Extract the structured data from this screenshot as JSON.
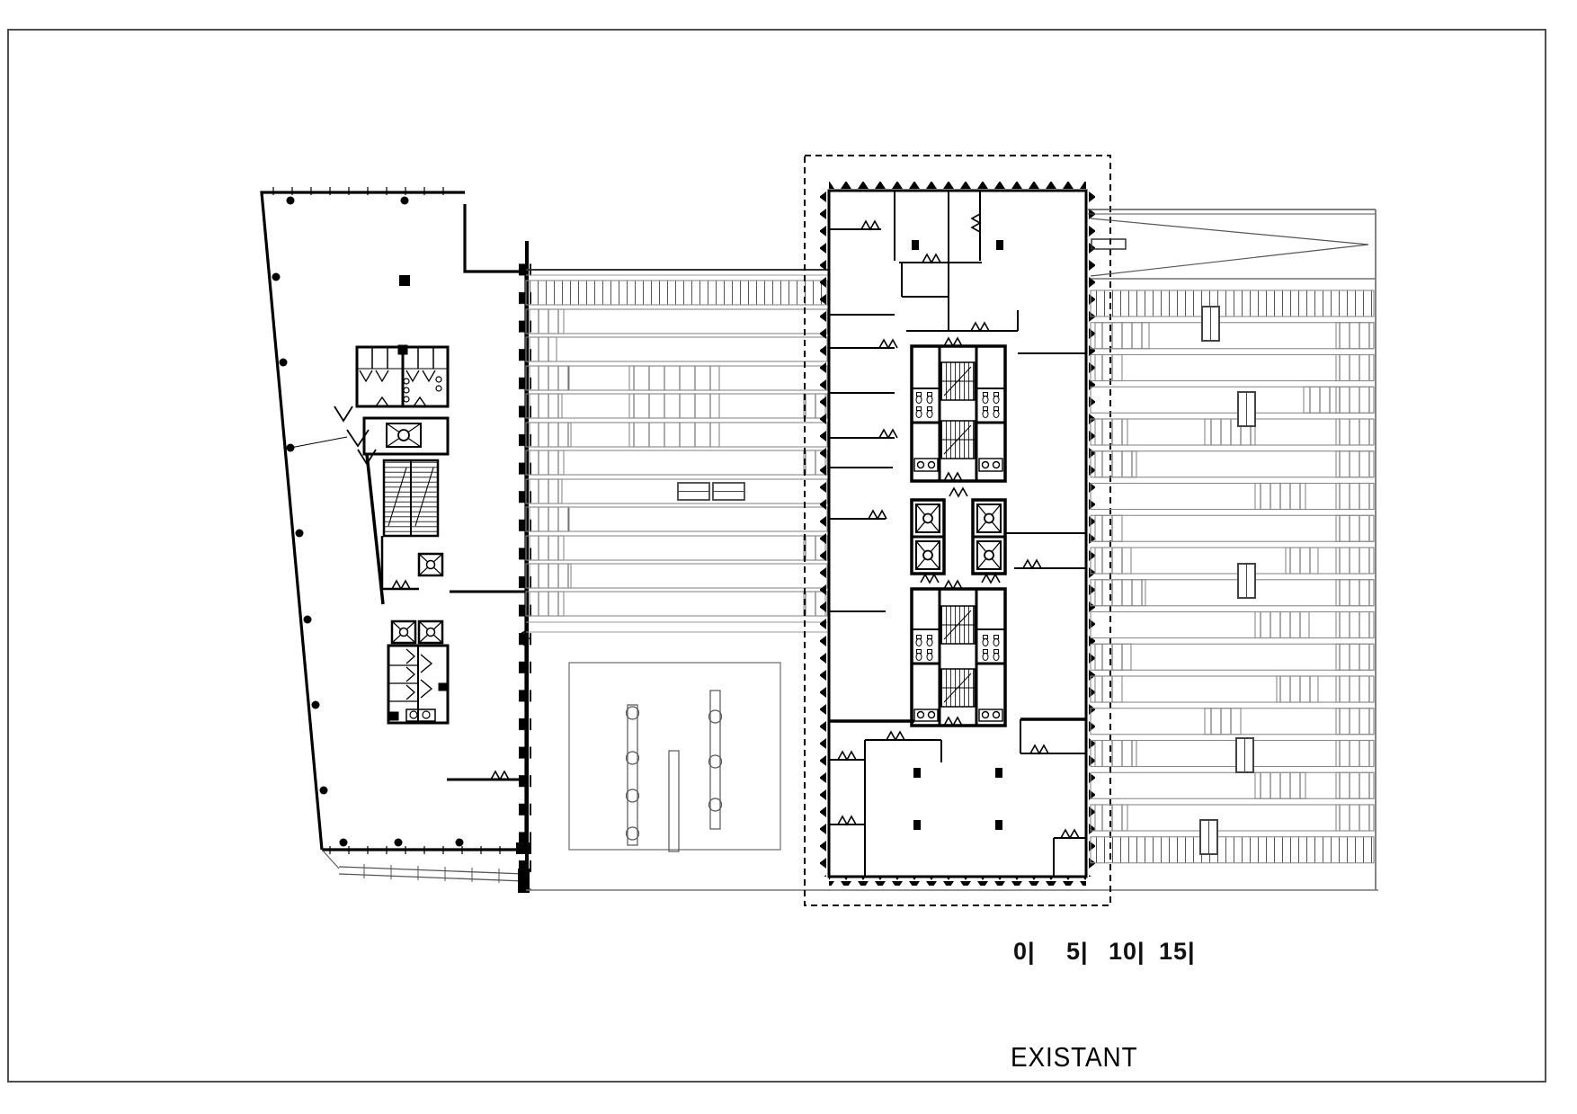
{
  "sheet": {
    "caption": "EXISTANT",
    "scale_bar": {
      "marks": [
        {
          "label": "0|"
        },
        {
          "label": "5|"
        },
        {
          "label": "10|"
        },
        {
          "label": "15|"
        }
      ]
    },
    "colors": {
      "ink": "#000000",
      "secondary_line": "#6b6b6b",
      "light_line": "#8a8a8a",
      "frame": "#4f4f4f",
      "background": "#ffffff"
    }
  }
}
